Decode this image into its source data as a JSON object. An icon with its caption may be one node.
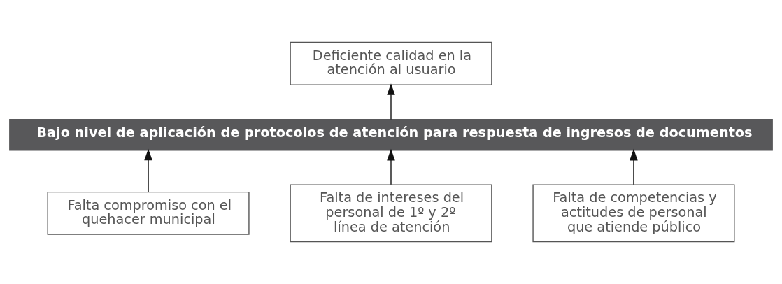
{
  "diagram": {
    "nodes": [
      {
        "text": [
          "Deficiente calidad en la atención al usuario"
        ]
      },
      {
        "text": [
          "Bajo nivel de aplicación de protocolos de atención para respuesta de ingresos de documentos"
        ]
      },
      {
        "text": [
          "Falta compromiso con el quehacer municipal"
        ]
      },
      {
        "text": [
          "Falta de intereses del personal de 1º y 2º línea de atención"
        ]
      },
      {
        "text": [
          "Falta de competencias y actitudes de personal que atiende público"
        ]
      }
    ],
    "edges": [
      {
        "from": 1,
        "to": 0,
        "arrow": "to"
      },
      {
        "from": 2,
        "to": 1,
        "arrow": "to"
      },
      {
        "from": 3,
        "to": 1,
        "arrow": "to"
      },
      {
        "from": 4,
        "to": 1,
        "arrow": "to"
      }
    ]
  }
}
